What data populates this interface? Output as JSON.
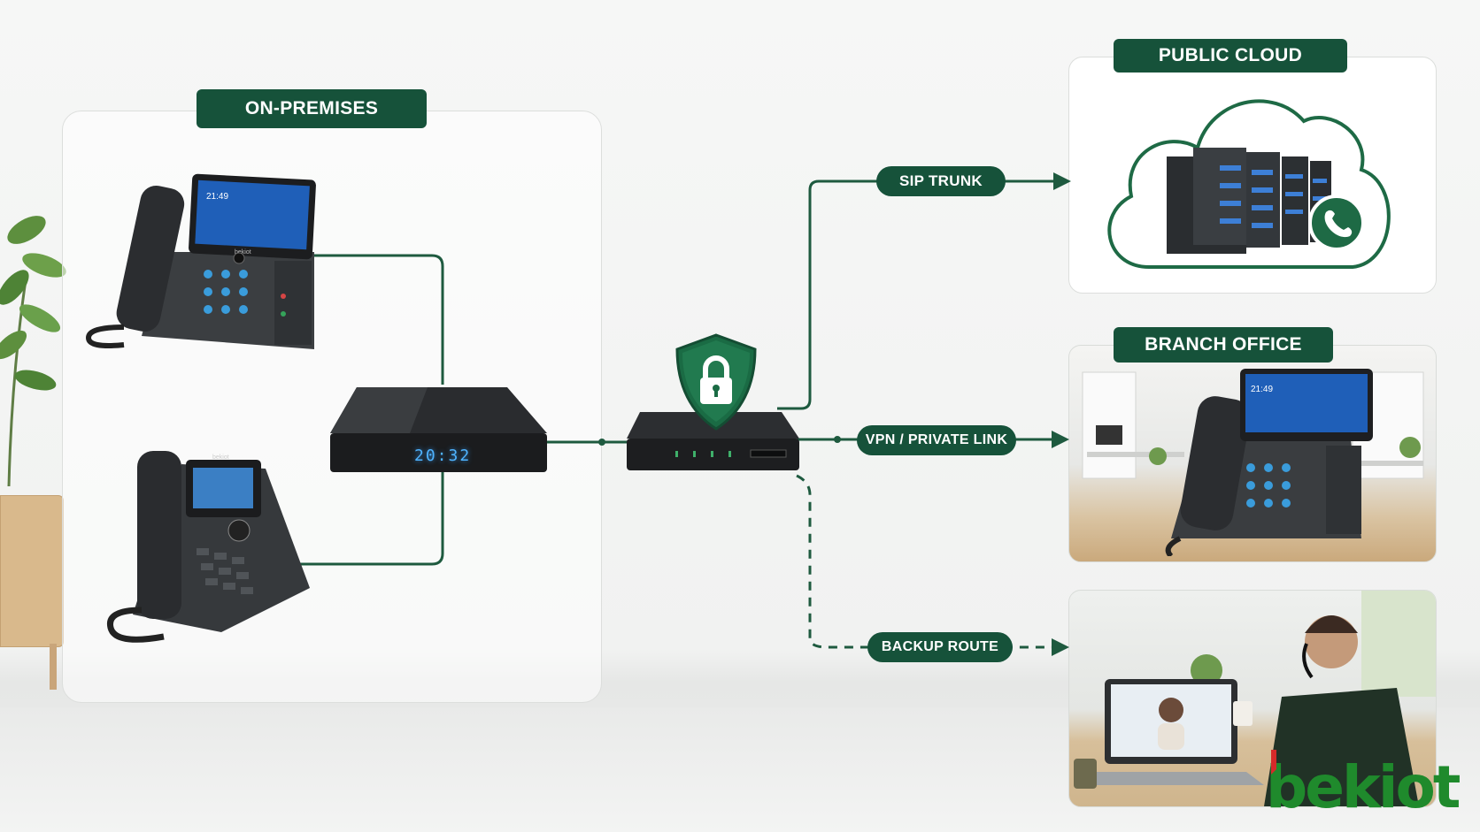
{
  "labels": {
    "on_premises": "ON-PREMISES",
    "public_cloud": "PUBLIC CLOUD",
    "branch_office": "BRANCH OFFICE"
  },
  "links": {
    "sip_trunk": "SIP TRUNK",
    "vpn": "VPN / PRIVATE LINK",
    "backup": "BACKUP ROUTE"
  },
  "devices": {
    "pbx_clock": "20:32",
    "phone_clock": "21:49",
    "phone_brand": "bekiot"
  },
  "logo": "bekiot",
  "colors": {
    "accent": "#16523a",
    "line": "#1e5a3f",
    "logo_green": "#1f8a2c",
    "logo_red": "#d62a2a"
  }
}
